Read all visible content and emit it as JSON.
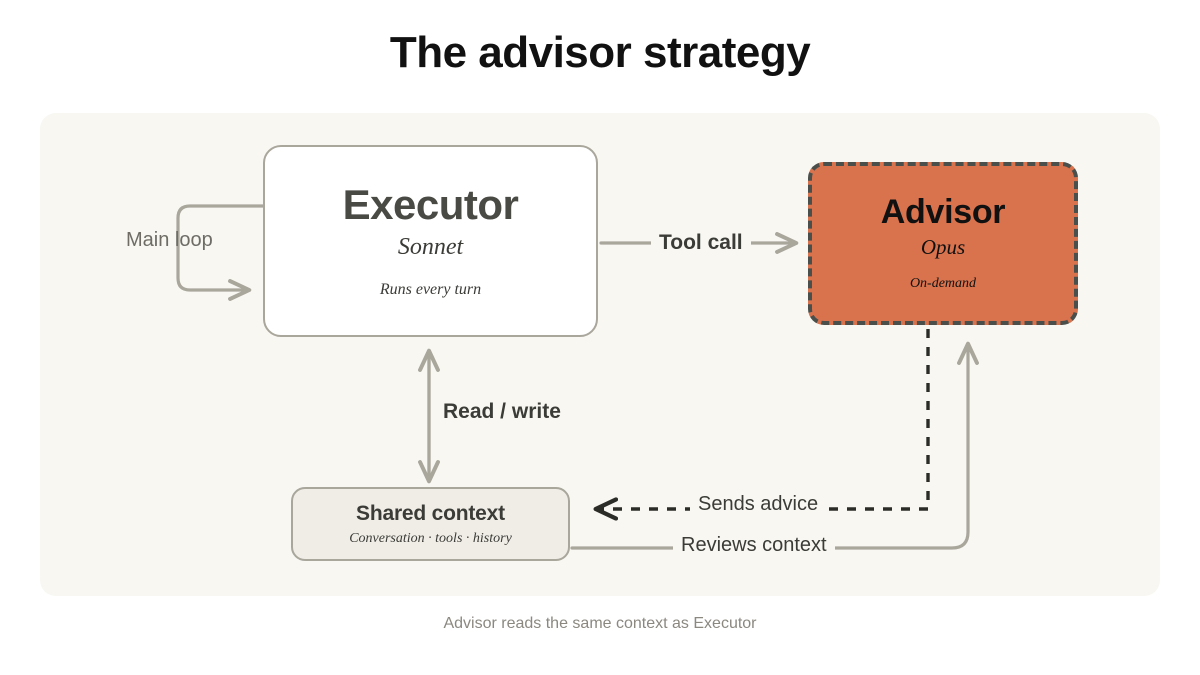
{
  "page": {
    "title": "The advisor strategy",
    "caption": "Advisor reads the same context as Executor"
  },
  "colors": {
    "background": "#ffffff",
    "panel": "#F8F7F2",
    "accent_orange": "#D8734E",
    "border_gray": "#A9A69C",
    "border_dark": "#4A4F4C",
    "text_dark": "#3B3B37",
    "text_muted": "#8B8880",
    "shared_context_fill": "#EFEDE6"
  },
  "nodes": {
    "executor": {
      "title": "Executor",
      "subtitle": "Sonnet",
      "note": "Runs every turn"
    },
    "advisor": {
      "title": "Advisor",
      "subtitle": "Opus",
      "note": "On-demand"
    },
    "shared_context": {
      "title": "Shared context",
      "subtitle": "Conversation · tools · history"
    }
  },
  "edges": {
    "main_loop": "Main loop",
    "tool_call": "Tool call",
    "read_write": "Read / write",
    "sends_advice": "Sends advice",
    "reviews_context": "Reviews context"
  }
}
